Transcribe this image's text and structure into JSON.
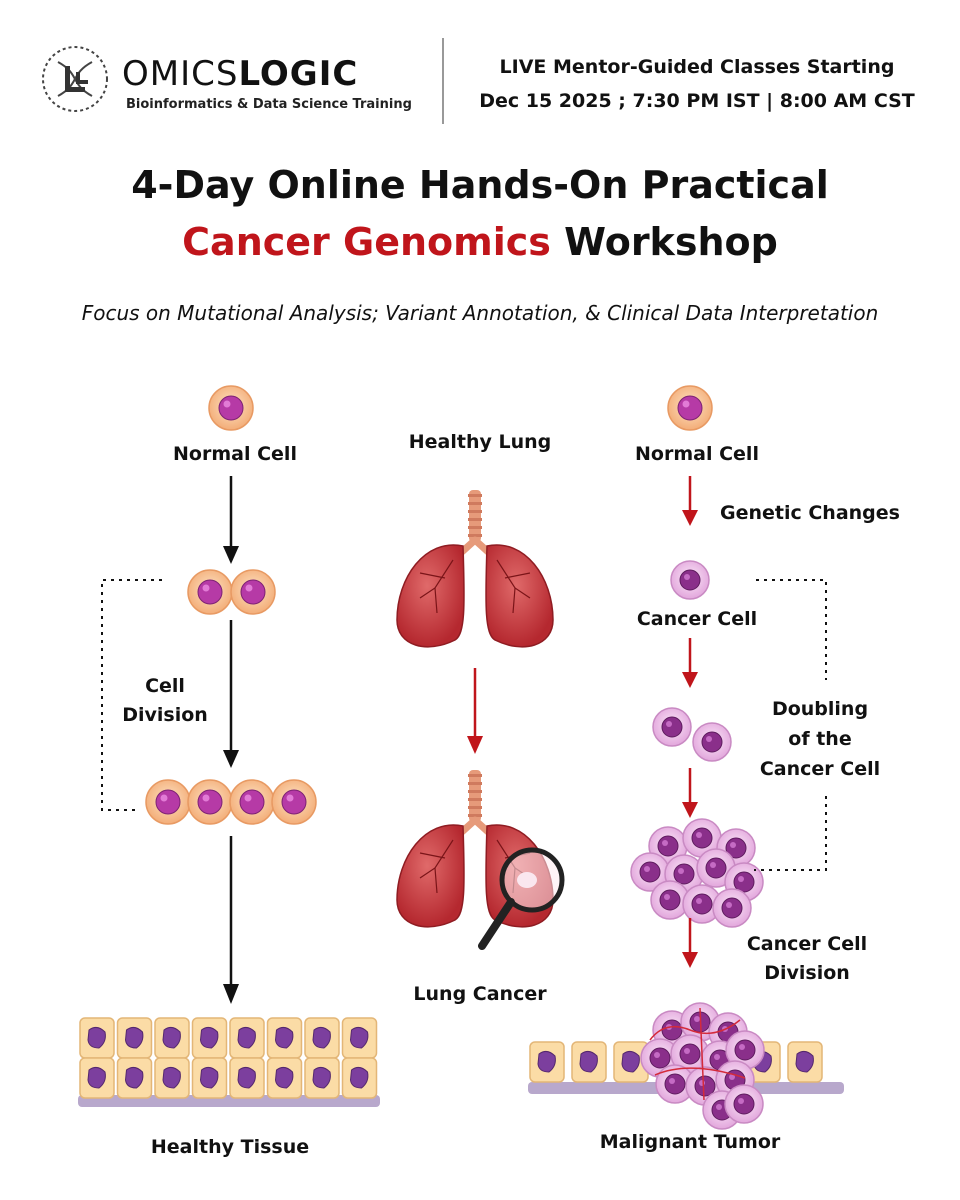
{
  "header": {
    "logo_word1": "OMICS",
    "logo_word2": "LOGIC",
    "logo_tagline": "Bioinformatics & Data Science Training",
    "announce_line1": "LIVE Mentor-Guided Classes Starting",
    "announce_line2": "Dec 15 2025 ; 7:30 PM IST | 8:00 AM CST"
  },
  "title": {
    "line1": "4-Day Online Hands-On Practical",
    "line2_highlight": "Cancer Genomics",
    "line2_rest": " Workshop",
    "highlight_color": "#c0151b"
  },
  "subtitle": "Focus on Mutational Analysis; Variant Annotation, & Clinical Data Interpretation",
  "diagram": {
    "left": {
      "start_label": "Normal Cell",
      "division_label_1": "Cell",
      "division_label_2": "Division",
      "end_label": "Healthy Tissue",
      "arrow_color": "#111111"
    },
    "center": {
      "top_label": "Healthy Lung",
      "bottom_label": "Lung Cancer",
      "arrow_color": "#c0151b"
    },
    "right": {
      "start_label": "Normal Cell",
      "step1_label": "Genetic Changes",
      "cancer_cell_label": "Cancer Cell",
      "doubling_label_1": "Doubling",
      "doubling_label_2": "of the",
      "doubling_label_3": "Cancer Cell",
      "division_label_1": "Cancer Cell",
      "division_label_2": "Division",
      "end_label": "Malignant Tumor",
      "arrow_color": "#c0151b"
    },
    "colors": {
      "normal_cell": "#f6c08f",
      "normal_nucleus": "#b63aa6",
      "cancer_cell": "#efc3ea",
      "cancer_nucleus": "#8a2f8a",
      "lung": "#c8363c",
      "tissue": "#fbdca6"
    },
    "icons": [
      "dna-logo-icon",
      "magnifier-icon",
      "lung-icon",
      "cell-icon",
      "arrow-down-icon"
    ]
  }
}
